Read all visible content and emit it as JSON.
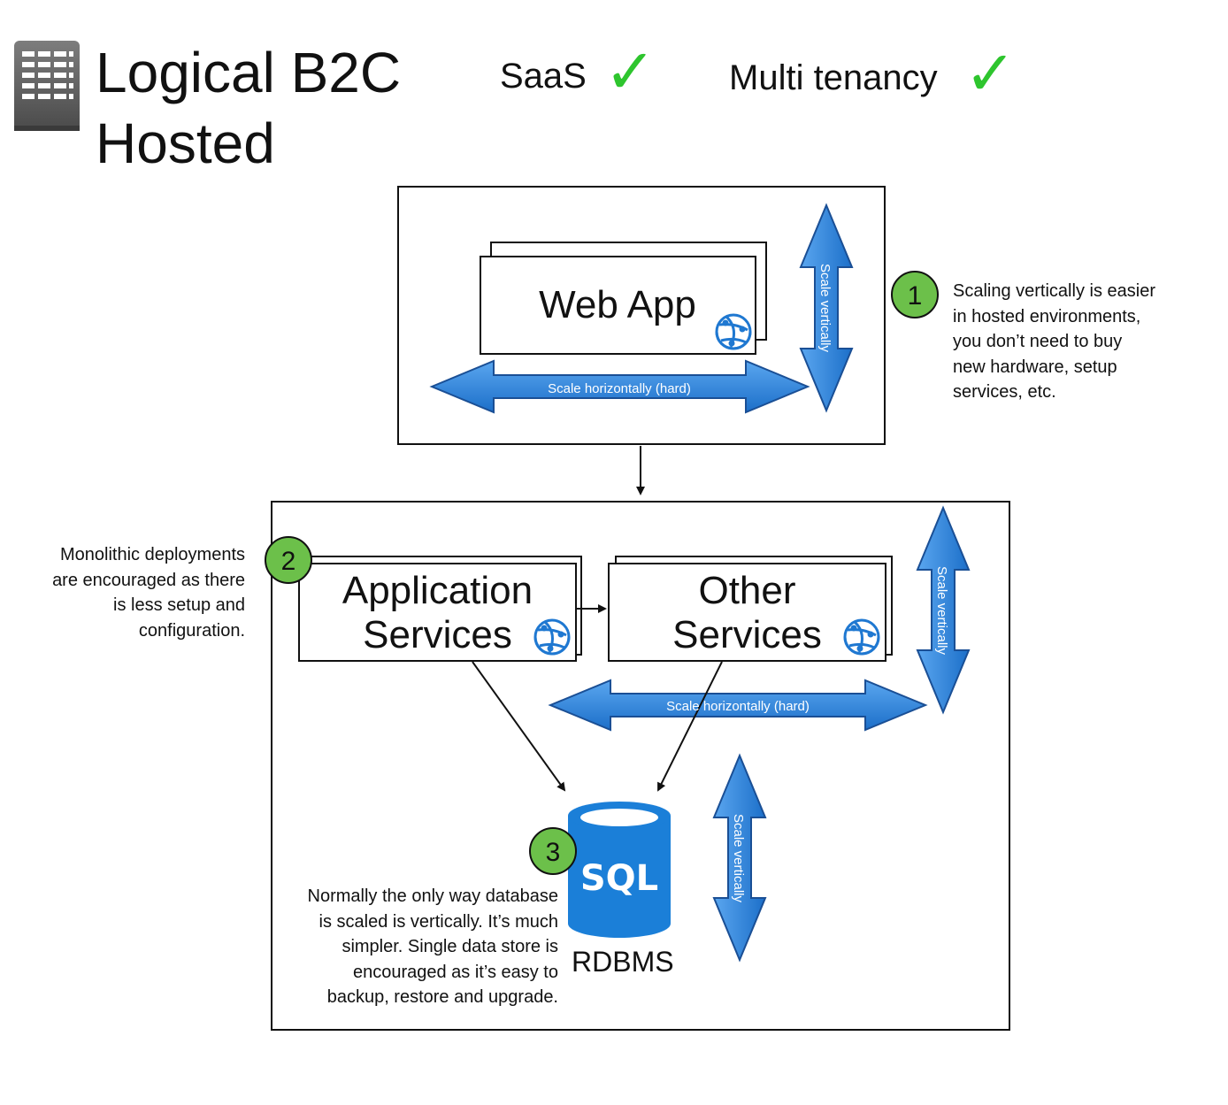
{
  "header": {
    "title_line1": "Logical B2C",
    "title_line2": "Hosted",
    "tag_saas": "SaaS",
    "tag_multitenancy": "Multi tenancy",
    "check_mark": "✓",
    "icon": "server-rack-icon"
  },
  "web_tier": {
    "web_app_label": "Web App",
    "scale_horizontal": "Scale horizontally (hard)",
    "scale_vertical": "Scale vertically"
  },
  "app_tier": {
    "app_services_line1": "Application",
    "app_services_line2": "Services",
    "other_services_line1": "Other",
    "other_services_line2": "Services",
    "scale_horizontal": "Scale horizontally (hard)",
    "scale_vertical": "Scale vertically"
  },
  "data_tier": {
    "sql_label": "SQL",
    "rdbms_label": "RDBMS",
    "scale_vertical": "Scale vertically"
  },
  "callouts": [
    {
      "number": "1",
      "lines": [
        "Scaling vertically is easier",
        "in hosted environments,",
        "you don’t need to buy",
        "new hardware, setup",
        "services, etc."
      ]
    },
    {
      "number": "2",
      "lines": [
        "Monolithic deployments",
        "are encouraged as there",
        "is less setup and",
        "configuration."
      ]
    },
    {
      "number": "3",
      "lines": [
        "Normally the only way database",
        "is scaled is vertically. It’s much",
        "simpler. Single data store is",
        "encouraged as it’s easy to",
        "backup, restore and upgrade."
      ]
    }
  ],
  "colors": {
    "arrow_blue": "#2f86dc",
    "arrow_edge": "#1a4f95",
    "badge_green": "#6cc04a",
    "check_green": "#2ec52e",
    "sql_blue": "#1b7fd8",
    "globe_blue": "#1f78d1"
  }
}
